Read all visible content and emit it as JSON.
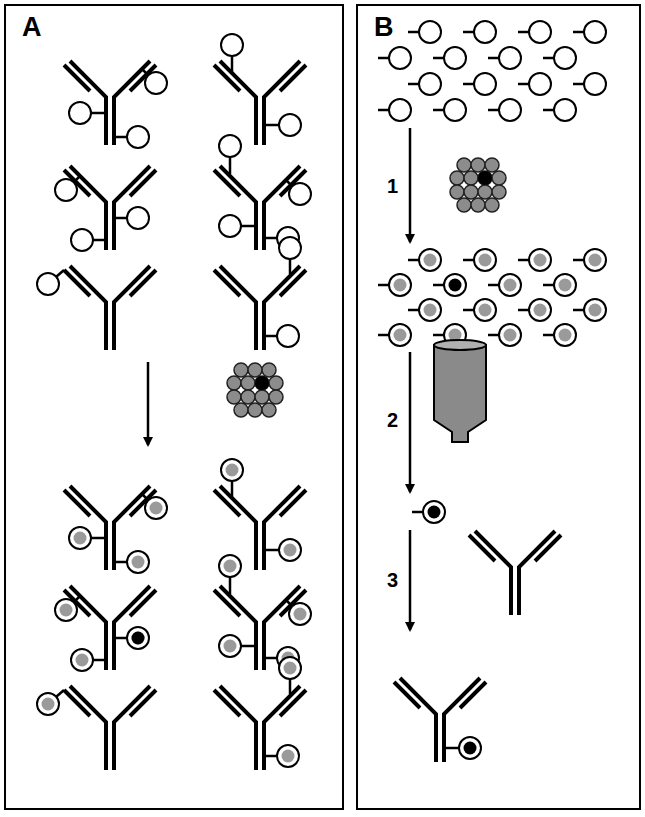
{
  "diagram": {
    "nodes": [
      {
        "text": [
          "A"
        ]
      },
      {
        "text": [
          "B"
        ]
      }
    ],
    "labels": [
      "1",
      "2",
      "3"
    ]
  }
}
